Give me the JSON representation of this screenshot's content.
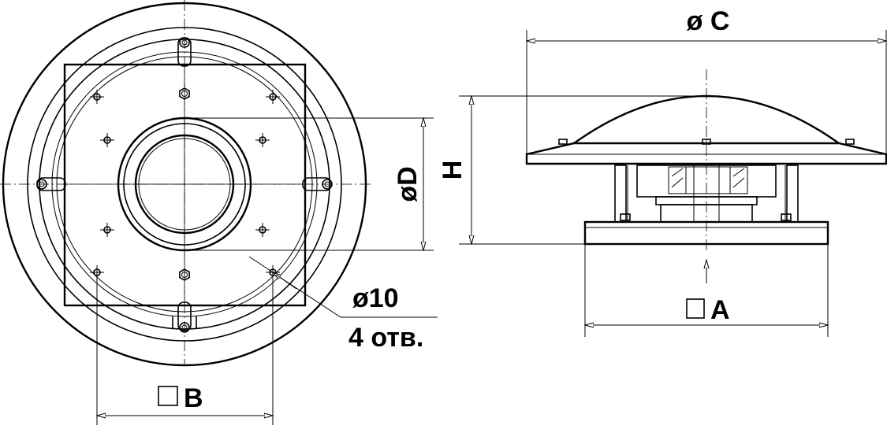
{
  "labels": {
    "dim_c": "ø C",
    "dim_h": "H",
    "dim_d": "øD",
    "dim_a": "A",
    "dim_b": "B",
    "hole_diameter": "ø10",
    "hole_count": "4 отв."
  }
}
